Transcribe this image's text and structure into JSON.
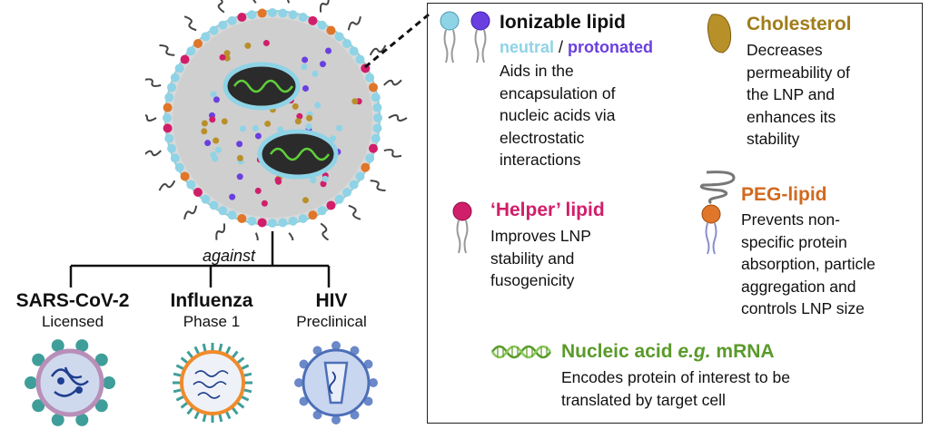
{
  "lnp": {
    "against_label": "against"
  },
  "viruses": [
    {
      "name": "SARS-CoV-2",
      "status": "Licensed"
    },
    {
      "name": "Influenza",
      "status": "Phase 1"
    },
    {
      "name": "HIV",
      "status": "Preclinical"
    }
  ],
  "legend": {
    "ionizable": {
      "title": "Ionizable lipid",
      "neutral_label": "neutral",
      "separator": " / ",
      "protonated_label": "protonated",
      "lines": [
        "Aids in the",
        "encapsulation of",
        "nucleic acids via",
        "electrostatic",
        "interactions"
      ]
    },
    "cholesterol": {
      "title": "Cholesterol",
      "lines": [
        "Decreases",
        "permeability of",
        "the LNP and",
        "enhances its",
        "stability"
      ]
    },
    "helper": {
      "title": "‘Helper’ lipid",
      "lines": [
        "Improves LNP",
        "stability and",
        "fusogenicity"
      ]
    },
    "peg": {
      "title": "PEG-lipid",
      "lines": [
        "Prevents non-",
        "specific protein",
        "absorption, particle",
        "aggregation and",
        "controls LNP size"
      ]
    },
    "nucleic": {
      "title_main": "Nucleic acid ",
      "title_italic": "e.g.",
      "title_end": " mRNA",
      "lines": [
        "Encodes protein of interest to be",
        "translated by target cell"
      ]
    }
  },
  "colors": {
    "ionizable_neutral": "#8fd3e6",
    "ionizable_protonated": "#6a3fe0",
    "helper": "#d11e6a",
    "cholesterol": "#a07c1a",
    "peg": "#d2691e",
    "nucleic": "#5a9a2a"
  }
}
